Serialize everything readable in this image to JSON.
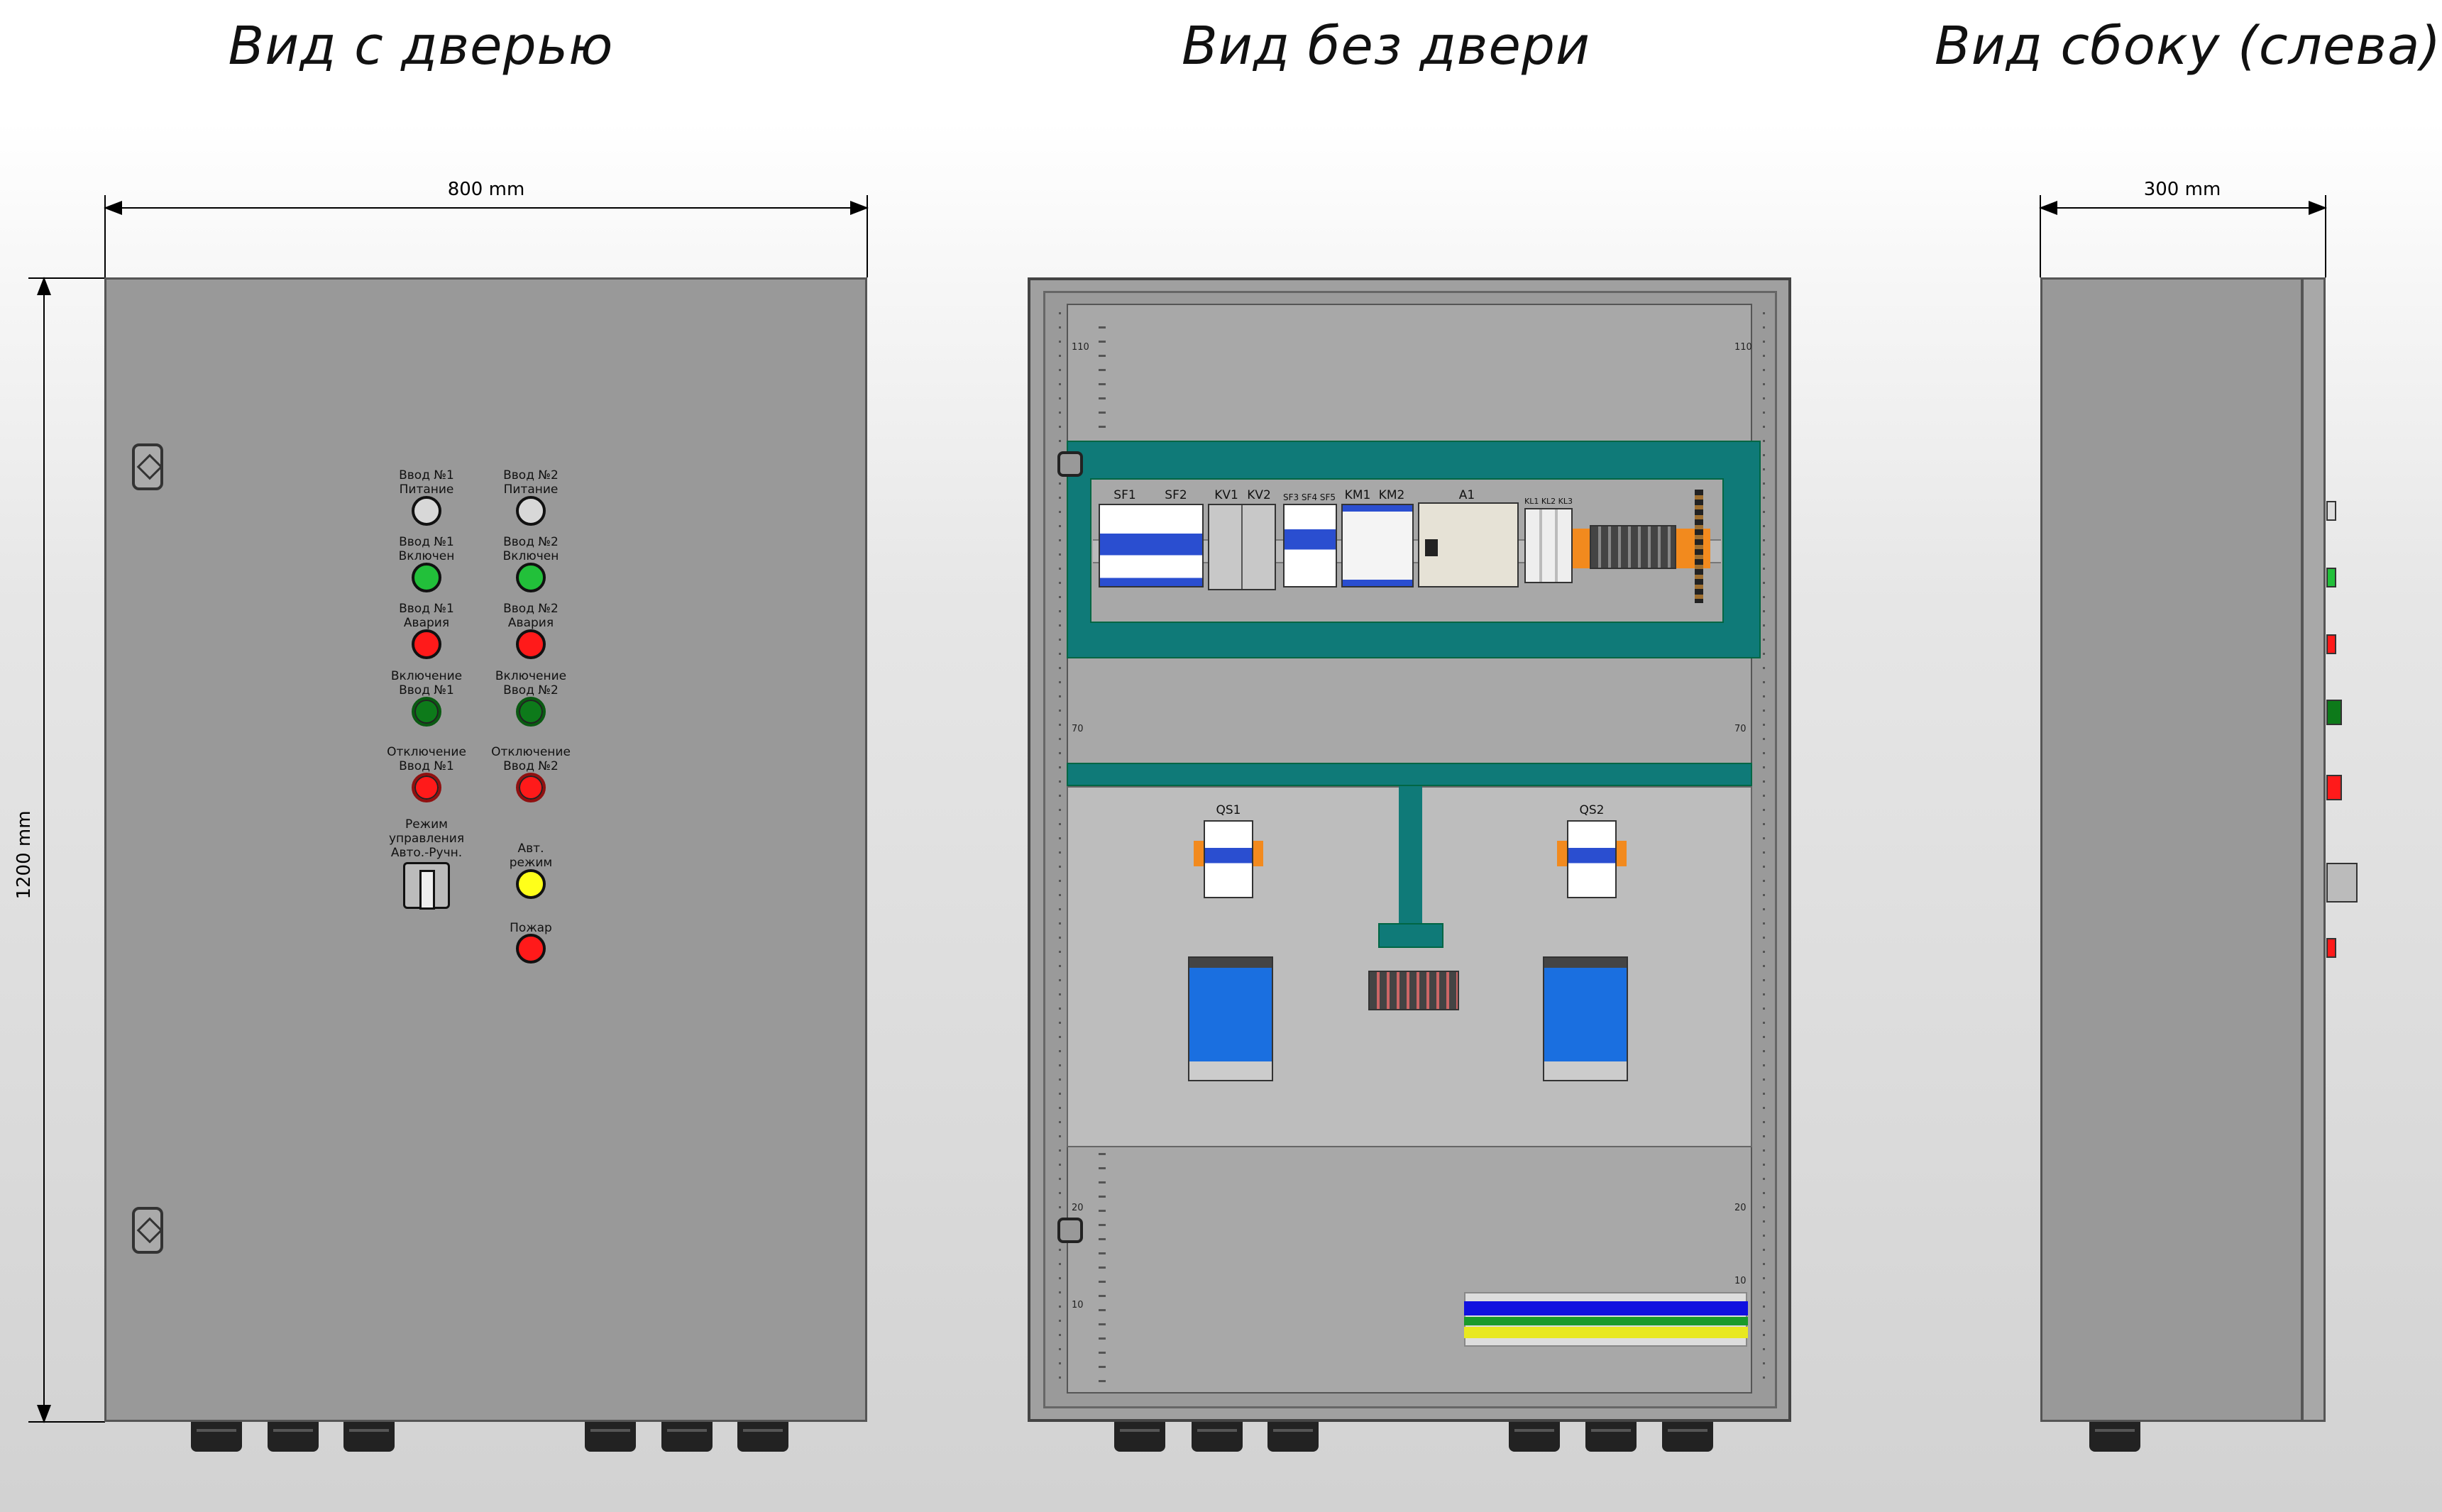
{
  "titles": {
    "door_view": "Вид с дверью",
    "no_door_view": "Вид без двери",
    "side_view": "Вид сбоку (слева)"
  },
  "dimensions": {
    "width": "800 mm",
    "height": "1200 mm",
    "depth": "300 mm"
  },
  "door_panel": {
    "col1": [
      {
        "label": "Ввод №1\nПитание",
        "color": "#d8d8d8",
        "type": "lamp"
      },
      {
        "label": "Ввод №1\nВключен",
        "color": "#22c03a",
        "type": "lamp"
      },
      {
        "label": "Ввод №1\nАвария",
        "color": "#ff1a1a",
        "type": "lamp"
      },
      {
        "label": "Включение\nВвод №1",
        "color": "#0d7a1a",
        "type": "button"
      },
      {
        "label": "Отключение\nВвод №1",
        "color": "#ff1a1a",
        "type": "button"
      },
      {
        "label": "Режим\nуправления\nАвто.-Ручн.",
        "type": "switch"
      }
    ],
    "col2": [
      {
        "label": "Ввод №2\nПитание",
        "color": "#d8d8d8",
        "type": "lamp"
      },
      {
        "label": "Ввод №2\nВключен",
        "color": "#22c03a",
        "type": "lamp"
      },
      {
        "label": "Ввод №2\nАвария",
        "color": "#ff1a1a",
        "type": "lamp"
      },
      {
        "label": "Включение\nВвод №2",
        "color": "#0d7a1a",
        "type": "button"
      },
      {
        "label": "Отключение\nВвод №2",
        "color": "#ff1a1a",
        "type": "button"
      },
      {
        "label": "Авт.\nрежим",
        "color": "#ffff1a",
        "type": "lamp"
      },
      {
        "label": "Пожар",
        "color": "#ff1a1a",
        "type": "lamp"
      }
    ]
  },
  "interior": {
    "components": [
      "SF1",
      "SF2",
      "KV1",
      "KV2",
      "SF3 SF4 SF5",
      "KM1",
      "KM2",
      "A1",
      "KL1 KL2 KL3"
    ],
    "switches": [
      "QS1",
      "QS2"
    ],
    "scale_left": [
      "110",
      "70",
      "20",
      "10"
    ],
    "scale_right": [
      "110",
      "70",
      "20",
      "10"
    ]
  },
  "colors": {
    "teal": "#0f7a78",
    "body": "#999999",
    "orange": "#f28a1e",
    "blue": "#1a6fe0"
  }
}
